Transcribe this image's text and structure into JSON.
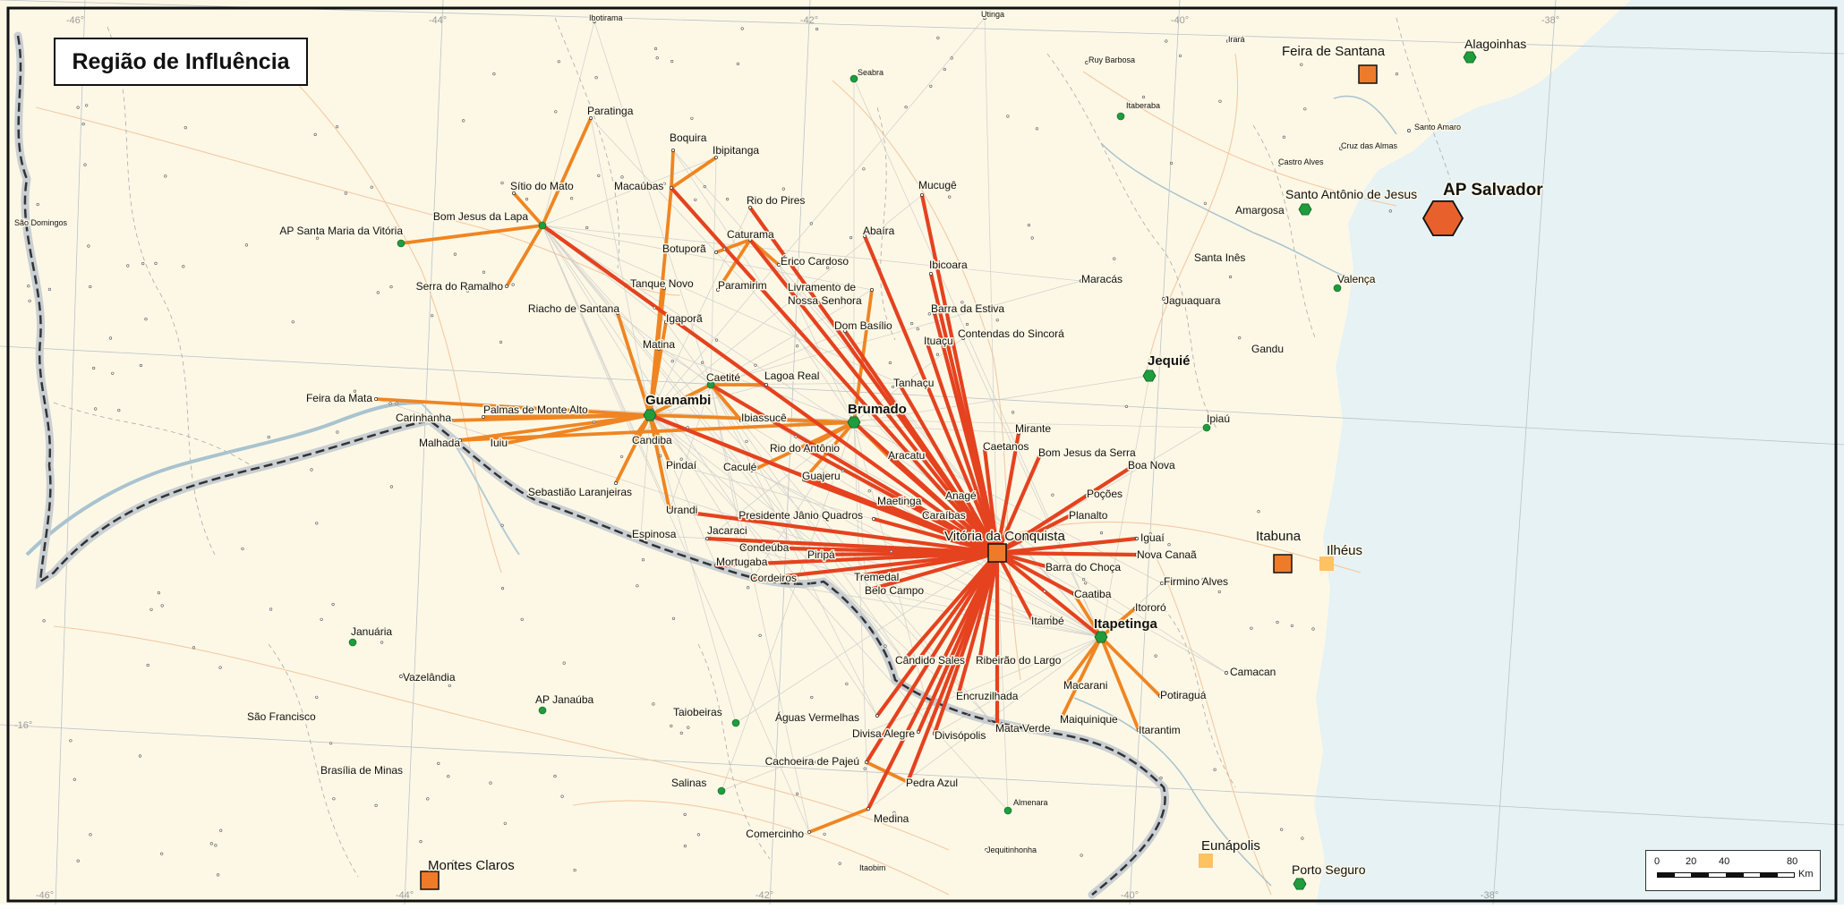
{
  "title": "Região de Influência",
  "scale": {
    "ticks": [
      "0",
      "20",
      "40",
      "80"
    ],
    "unit": "Km"
  },
  "colors": {
    "land": "#fdf8e6",
    "sea": "#e6f2f4",
    "link_strong": "#e5421f",
    "link_medium": "#ef8522",
    "link_weak": "#c6c6c6",
    "hub_metropole": "#e8612c",
    "hub_regional": "#ee7b2a",
    "hub_sub": "#fdc262",
    "centre_zone": "#1f9d3d"
  },
  "graticule_labels": {
    "top": [
      "-46°",
      "-44°",
      "-42°",
      "-40°",
      "-38°"
    ],
    "bottom": [
      "-46°",
      "-44°",
      "-42°",
      "-40°",
      "-38°"
    ],
    "left": [
      "-16°"
    ]
  },
  "cities": [
    {
      "name": "AP Salvador",
      "rank": "metropole",
      "emph": true
    },
    {
      "name": "Vitória da Conquista",
      "rank": "regional"
    },
    {
      "name": "Feira de Santana",
      "rank": "regional"
    },
    {
      "name": "Itabuna",
      "rank": "regional"
    },
    {
      "name": "Montes Claros",
      "rank": "regional"
    },
    {
      "name": "Ilhéus",
      "rank": "sub"
    },
    {
      "name": "Eunápolis",
      "rank": "sub"
    },
    {
      "name": "Guanambi",
      "rank": "zone",
      "emph": true
    },
    {
      "name": "Brumado",
      "rank": "zone",
      "emph": true
    },
    {
      "name": "Jequié",
      "rank": "zone",
      "emph": true
    },
    {
      "name": "Itapetinga",
      "rank": "zone",
      "emph": true
    },
    {
      "name": "Alagoinhas",
      "rank": "zone"
    },
    {
      "name": "Santo Antônio de Jesus",
      "rank": "zone"
    },
    {
      "name": "Porto Seguro",
      "rank": "zone"
    },
    {
      "name": "Valença",
      "rank": "town"
    },
    {
      "name": "Ipiaú",
      "rank": "town"
    },
    {
      "name": "Bom Jesus da Lapa",
      "rank": "town"
    },
    {
      "name": "Caetité",
      "rank": "town"
    },
    {
      "name": "Januária",
      "rank": "town"
    },
    {
      "name": "AP Janaúba",
      "rank": "town"
    },
    {
      "name": "AP Santa Maria da Vitória",
      "rank": "town"
    },
    {
      "name": "Almenara",
      "rank": "town"
    },
    {
      "name": "Taiobeiras",
      "rank": "town"
    },
    {
      "name": "Salinas",
      "rank": "town"
    },
    {
      "name": "Seabra",
      "rank": "town"
    },
    {
      "name": "Itaberaba",
      "rank": "town"
    },
    {
      "name": "Paratinga"
    },
    {
      "name": "Boquira"
    },
    {
      "name": "Ibipitanga"
    },
    {
      "name": "Macaúbas"
    },
    {
      "name": "Rio do Pires"
    },
    {
      "name": "Sítio do Mato"
    },
    {
      "name": "Caturama"
    },
    {
      "name": "Botuporã"
    },
    {
      "name": "Érico Cardoso"
    },
    {
      "name": "Tanque Novo"
    },
    {
      "name": "Paramirim"
    },
    {
      "name": "Livramento de"
    },
    {
      "name": "Nossa Senhora"
    },
    {
      "name": "Serra do Ramalho"
    },
    {
      "name": "Riacho de Santana"
    },
    {
      "name": "Igaporã"
    },
    {
      "name": "Dom Basílio"
    },
    {
      "name": "Matina"
    },
    {
      "name": "Lagoa Real"
    },
    {
      "name": "Feira da Mata"
    },
    {
      "name": "Palmas de Monte Alto"
    },
    {
      "name": "Carinhanha"
    },
    {
      "name": "Ibiassucê"
    },
    {
      "name": "Malhada"
    },
    {
      "name": "Iuiu"
    },
    {
      "name": "Candiba"
    },
    {
      "name": "Rio do Antônio"
    },
    {
      "name": "Pindaí"
    },
    {
      "name": "Caculé"
    },
    {
      "name": "Guajeru"
    },
    {
      "name": "Sebastião Laranjeiras"
    },
    {
      "name": "Urandi"
    },
    {
      "name": "Presidente Jânio Quadros"
    },
    {
      "name": "Espinosa"
    },
    {
      "name": "Jacaraci"
    },
    {
      "name": "Condeúba"
    },
    {
      "name": "Piripá"
    },
    {
      "name": "Mortugaba"
    },
    {
      "name": "Cordeiros"
    },
    {
      "name": "Tremedal"
    },
    {
      "name": "Belo Campo"
    },
    {
      "name": "Mucugê"
    },
    {
      "name": "Abaíra"
    },
    {
      "name": "Ibicoara"
    },
    {
      "name": "Barra da Estiva"
    },
    {
      "name": "Contendas do Sincorá"
    },
    {
      "name": "Ituaçu"
    },
    {
      "name": "Tanhaçu"
    },
    {
      "name": "Aracatu"
    },
    {
      "name": "Mirante"
    },
    {
      "name": "Caetanos"
    },
    {
      "name": "Bom Jesus da Serra"
    },
    {
      "name": "Boa Nova"
    },
    {
      "name": "Anagé"
    },
    {
      "name": "Maetinga"
    },
    {
      "name": "Caraíbas"
    },
    {
      "name": "Poções"
    },
    {
      "name": "Planalto"
    },
    {
      "name": "Iguaí"
    },
    {
      "name": "Nova Canaã"
    },
    {
      "name": "Barra do Choça"
    },
    {
      "name": "Firmino Alves"
    },
    {
      "name": "Caatiba"
    },
    {
      "name": "Itororó"
    },
    {
      "name": "Itambé"
    },
    {
      "name": "Cândido Sales"
    },
    {
      "name": "Ribeirão do Largo"
    },
    {
      "name": "Macarani"
    },
    {
      "name": "Potiraguá"
    },
    {
      "name": "Encruzilhada"
    },
    {
      "name": "Maiquinique"
    },
    {
      "name": "Itarantim"
    },
    {
      "name": "Águas Vermelhas"
    },
    {
      "name": "Divisa Alegre"
    },
    {
      "name": "Divisópolis"
    },
    {
      "name": "Mata Verde"
    },
    {
      "name": "Cachoeira de Pajeú"
    },
    {
      "name": "Pedra Azul"
    },
    {
      "name": "Medina"
    },
    {
      "name": "Comercinho"
    },
    {
      "name": "Maracás"
    },
    {
      "name": "Santa Inês"
    },
    {
      "name": "Jaguaquara"
    },
    {
      "name": "Gandu"
    },
    {
      "name": "Amargosa"
    },
    {
      "name": "Camacan"
    },
    {
      "name": "Vazelândia"
    },
    {
      "name": "São Francisco"
    },
    {
      "name": "Brasília de Minas"
    },
    {
      "name": "Ibotirama",
      "tiny": true
    },
    {
      "name": "Utinga",
      "tiny": true
    },
    {
      "name": "Ruy Barbosa",
      "tiny": true
    },
    {
      "name": "Irará",
      "tiny": true
    },
    {
      "name": "Santo Amaro",
      "tiny": true
    },
    {
      "name": "Cruz das Almas",
      "tiny": true
    },
    {
      "name": "Castro Alves",
      "tiny": true
    },
    {
      "name": "São Domingos",
      "tiny": true
    },
    {
      "name": "Jequitinhonha",
      "tiny": true
    },
    {
      "name": "Itaobim",
      "tiny": true
    }
  ]
}
